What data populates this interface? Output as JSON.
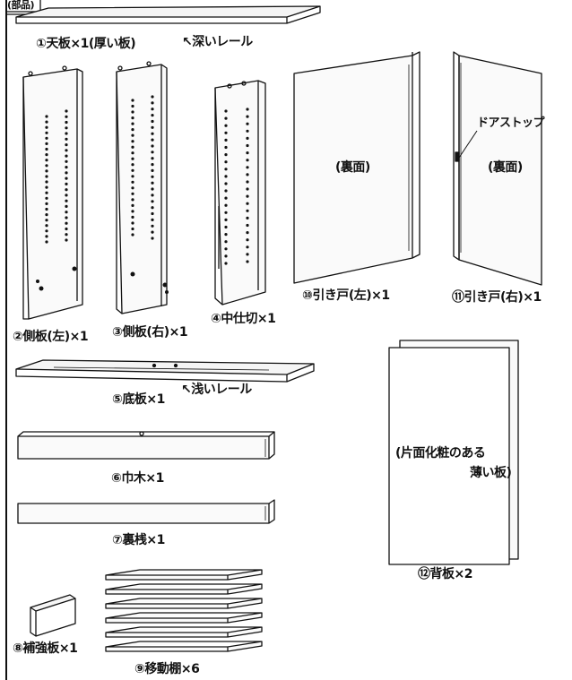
{
  "header_tab": "(部品)",
  "parts": {
    "top_board": "①天板×1(厚い板)",
    "deep_rail": "↖深いレール",
    "side_left": "②側板(左)×1",
    "side_right": "③側板(右)×1",
    "divider": "④中仕切×1",
    "door_left": "⑩引き戸(左)×1",
    "door_left_note": "(裏面)",
    "door_right": "⑪引き戸(右)×1",
    "door_right_note": "(裏面)",
    "door_stop": "ドアストップ",
    "bottom_board": "⑤底板×1",
    "shallow_rail": "↖浅いレール",
    "baseboard": "⑥巾木×1",
    "back_rail": "⑦裏桟×1",
    "back_panel": "⑫背板×2",
    "back_panel_note_1": "(片面化粧のある",
    "back_panel_note_2": "薄い板)",
    "reinforcement": "⑧補強板×1",
    "shelves": "⑨移動棚×6"
  }
}
